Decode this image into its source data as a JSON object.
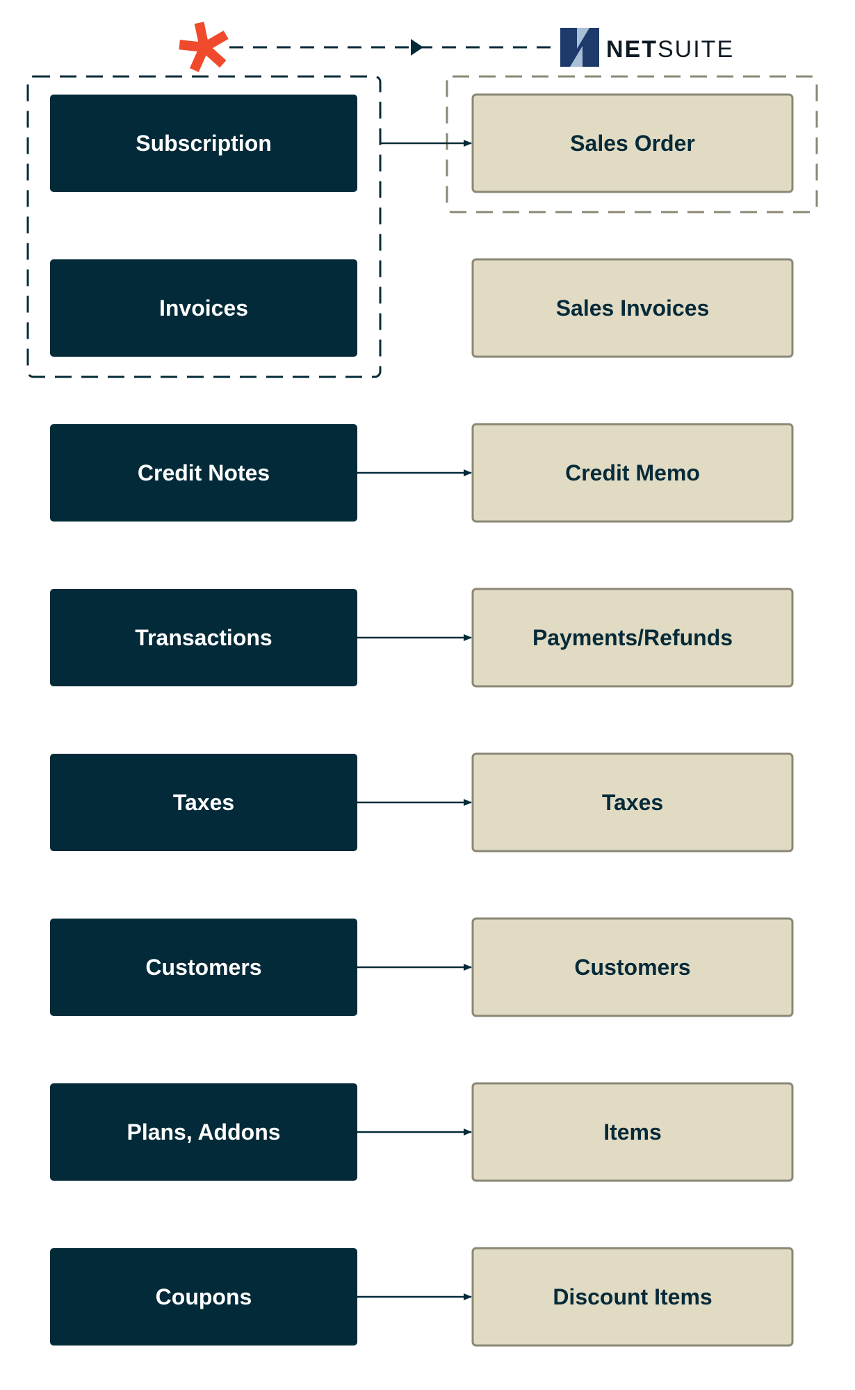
{
  "header": {
    "source_logo": {
      "icon": "chargebee-logo-icon",
      "color": "#f04a2c"
    },
    "target_logo": {
      "icon": "netsuite-logo-icon",
      "brand_net": "NET",
      "brand_suite": "SUITE",
      "color_dark": "#1d3a6b",
      "color_light": "#a9bfd6"
    }
  },
  "colors": {
    "dark_box": "#032a38",
    "light_box": "#e1dbc4",
    "light_border": "#8a8775",
    "dashed_left": "#032a38",
    "dashed_right": "#8a8775",
    "arrow": "#032a38"
  },
  "rows": [
    {
      "left": "Subscription",
      "right": "Sales Order"
    },
    {
      "left": "Invoices",
      "right": "Sales Invoices"
    },
    {
      "left": "Credit Notes",
      "right": "Credit Memo"
    },
    {
      "left": "Transactions",
      "right": "Payments/Refunds"
    },
    {
      "left": "Taxes",
      "right": "Taxes"
    },
    {
      "left": "Customers",
      "right": "Customers"
    },
    {
      "left": "Plans, Addons",
      "right": "Items"
    },
    {
      "left": "Coupons",
      "right": "Discount Items"
    }
  ]
}
